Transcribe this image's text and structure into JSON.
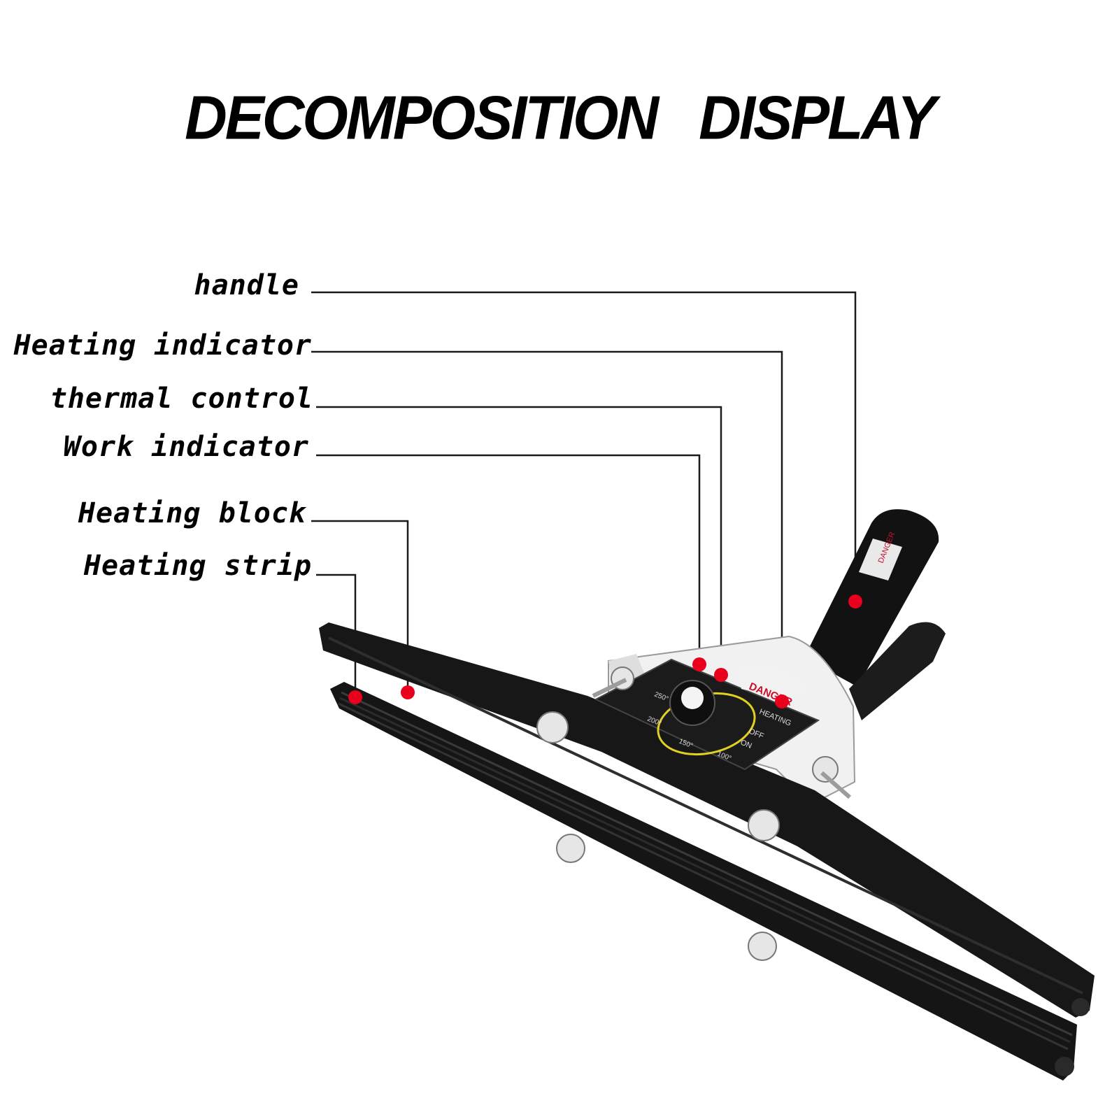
{
  "title": {
    "word1": "DECOMPOSITION",
    "word2": "DISPLAY"
  },
  "labels": {
    "handle": "handle",
    "heating_indicator": "Heating indicator",
    "thermal_control": "thermal control",
    "work_indicator": "Work indicator",
    "heating_block": "Heating block",
    "heating_strip": "Heating strip"
  },
  "device": {
    "panel_text": {
      "danger": "DANGER",
      "heating": "HEATING",
      "off": "OFF",
      "on": "ON"
    },
    "dial_ticks": [
      "100°",
      "150°",
      "200°",
      "250°"
    ],
    "handle_sticker": "DANGER"
  },
  "colors": {
    "marker": "#e8001c",
    "device": "#111111",
    "text": "#000000"
  }
}
